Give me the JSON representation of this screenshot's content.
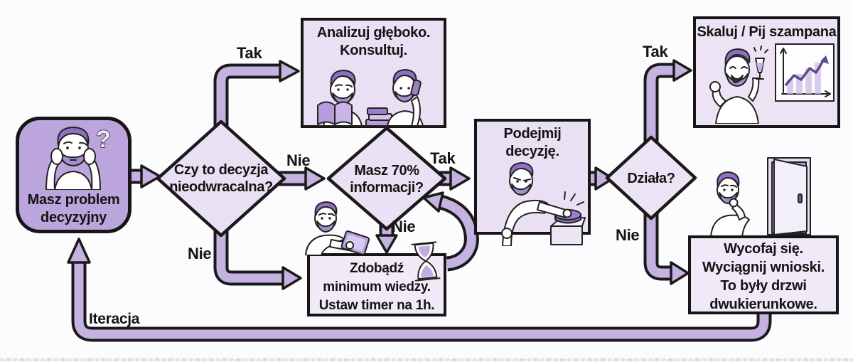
{
  "nodes": {
    "start": {
      "lines": [
        "Masz problem",
        "decyzyjny"
      ]
    },
    "irreversible": {
      "lines": [
        "Czy to decyzja",
        "nieodwracalna?"
      ]
    },
    "analyze": {
      "lines": [
        "Analizuj głęboko.",
        "Konsultuj."
      ]
    },
    "info70": {
      "lines": [
        "Masz 70%",
        "informacji?"
      ]
    },
    "min_knowledge": {
      "lines": [
        "Zdobądź",
        "minimum wiedzy.",
        "Ustaw timer na 1h."
      ]
    },
    "decide": {
      "title": "Podejmij decyzję."
    },
    "works": {
      "title": "Działa?"
    },
    "scale": {
      "title": "Skaluj / Pij szampana"
    },
    "retreat": {
      "lines": [
        "Wycofaj się.",
        "Wyciągnij wnioski.",
        "To były drzwi",
        "dwukierunkowe."
      ]
    }
  },
  "edge_labels": {
    "to_analyze": "Tak",
    "to_info70": "Nie",
    "to_min_knowledge": "Nie",
    "to_decide": "Tak",
    "info70_no": "Nie",
    "to_scale": "Tak",
    "to_retreat": "Nie",
    "iteration": "Iteracja"
  },
  "icons": {
    "question_mark": "?"
  },
  "palette": {
    "canvas": "#fcfbfd",
    "start_node_fill": "#bca4dc",
    "panel_fill": "#e9e0f3",
    "arrow_fill": "#c6b2e1",
    "outline": "#1a1a1a",
    "text": "#141414"
  }
}
